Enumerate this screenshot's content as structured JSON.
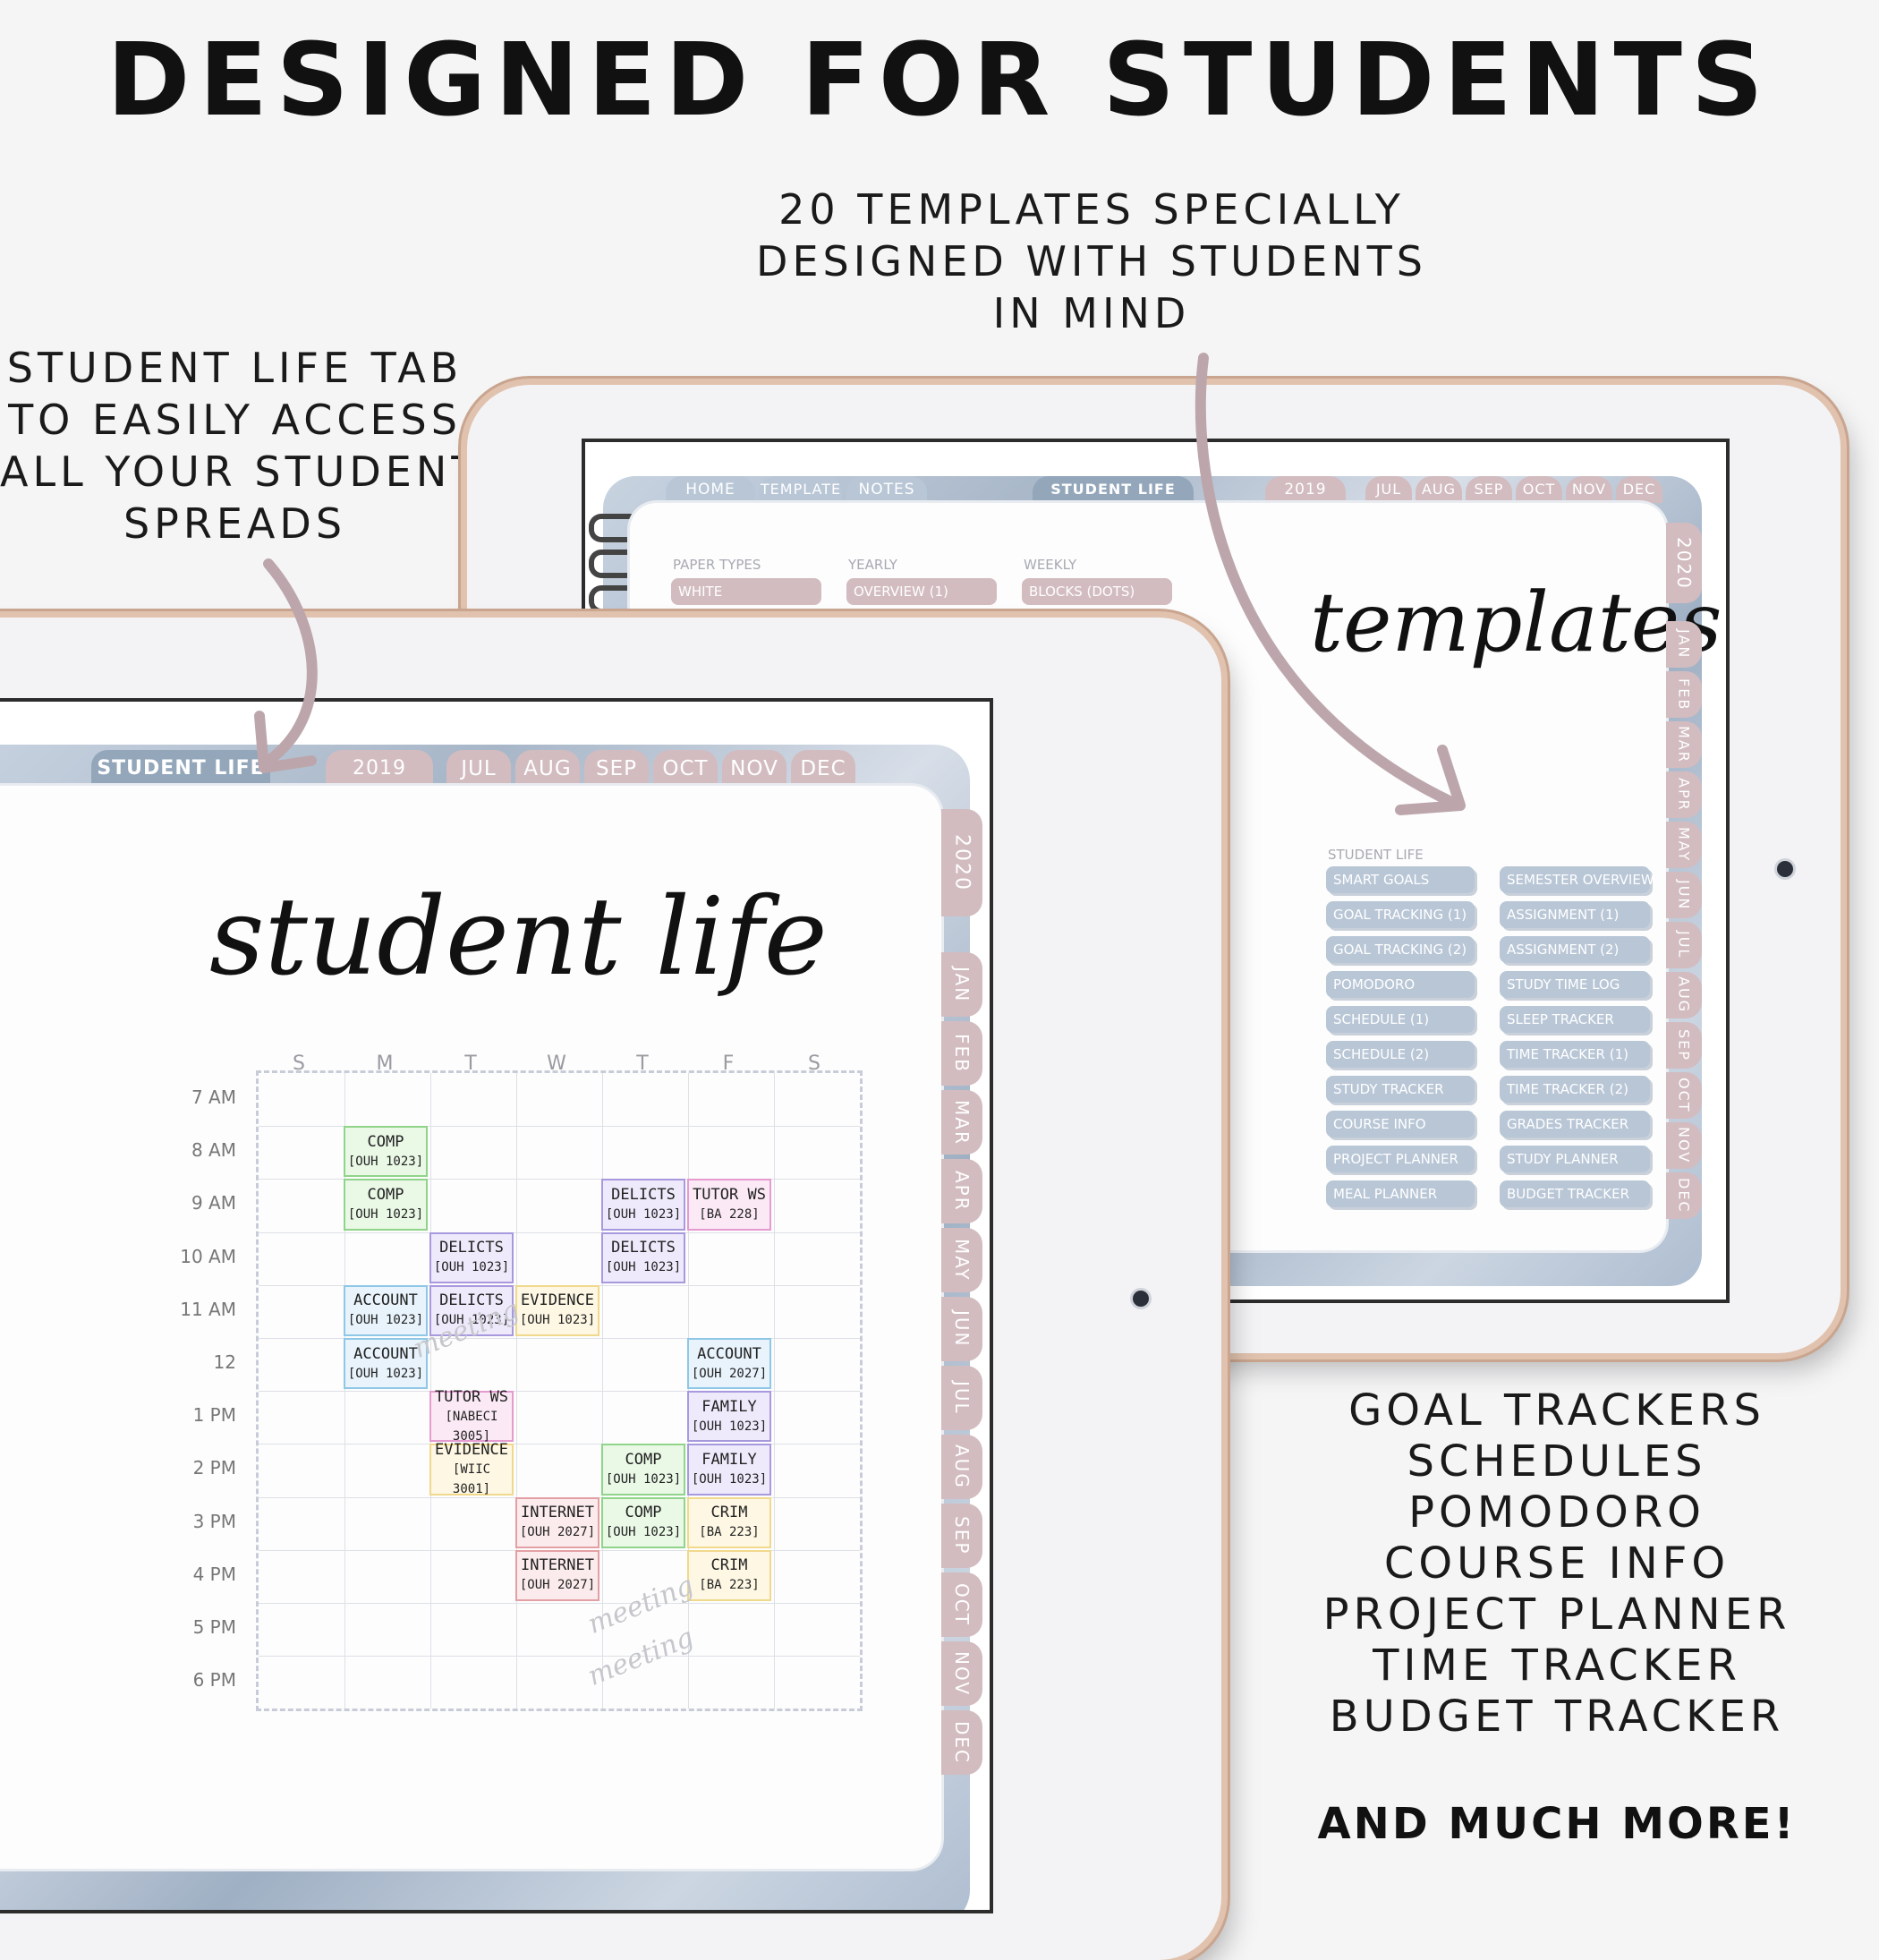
{
  "headline": "DESIGNED FOR STUDENTS",
  "caption_left": [
    "STUDENT LIFE TAB",
    "TO EASILY ACCESS",
    "ALL YOUR STUDENT",
    "SPREADS"
  ],
  "caption_top": [
    "20 TEMPLATES SPECIALLY",
    "DESIGNED WITH STUDENTS",
    "IN MIND"
  ],
  "features": [
    "GOAL TRACKERS",
    "SCHEDULES",
    "POMODORO",
    "COURSE INFO",
    "PROJECT PLANNER",
    "TIME TRACKER",
    "BUDGET TRACKER"
  ],
  "features_more": "AND MUCH MORE!",
  "colors": {
    "tab_pink": "#d2bcc0",
    "tab_blue": "#b8c6d6",
    "arrow": "#bca6ac",
    "frame_gold": "#e0c2ae"
  },
  "back_tablet": {
    "tabs": {
      "home": "HOME",
      "template": "TEMPLATE",
      "notes": "NOTES",
      "student_life": "STUDENT LIFE",
      "year": "2019",
      "months": [
        "JUL",
        "AUG",
        "SEP",
        "OCT",
        "NOV",
        "DEC"
      ]
    },
    "side_tabs": {
      "year": "2020",
      "months": [
        "JAN",
        "FEB",
        "MAR",
        "APR",
        "MAY",
        "JUN",
        "JUL",
        "AUG",
        "SEP",
        "OCT",
        "NOV",
        "DEC"
      ]
    },
    "title": "templates",
    "paper_types": {
      "label": "PAPER TYPES",
      "value": "WHITE"
    },
    "yearly": {
      "label": "YEARLY",
      "value": "OVERVIEW (1)"
    },
    "weekly": {
      "label": "WEEKLY",
      "value": "BLOCKS (DOTS)"
    },
    "student_life_label": "STUDENT LIFE",
    "list_left": [
      "SMART GOALS",
      "GOAL TRACKING (1)",
      "GOAL TRACKING (2)",
      "POMODORO",
      "SCHEDULE (1)",
      "SCHEDULE (2)",
      "STUDY TRACKER",
      "COURSE INFO",
      "PROJECT PLANNER",
      "MEAL PLANNER"
    ],
    "list_right": [
      "SEMESTER OVERVIEW",
      "ASSIGNMENT (1)",
      "ASSIGNMENT (2)",
      "STUDY TIME LOG",
      "SLEEP TRACKER",
      "TIME TRACKER (1)",
      "TIME TRACKER (2)",
      "GRADES TRACKER",
      "STUDY PLANNER",
      "BUDGET TRACKER"
    ]
  },
  "front_tablet": {
    "tabs": {
      "student_life": "STUDENT LIFE",
      "year": "2019",
      "months": [
        "JUL",
        "AUG",
        "SEP",
        "OCT",
        "NOV",
        "DEC"
      ]
    },
    "side_tabs": {
      "year": "2020",
      "months": [
        "JAN",
        "FEB",
        "MAR",
        "APR",
        "MAY",
        "JUN",
        "JUL",
        "AUG",
        "SEP",
        "OCT",
        "NOV",
        "DEC"
      ]
    },
    "title": "student life",
    "days": [
      "S",
      "M",
      "T",
      "W",
      "T",
      "F",
      "S"
    ],
    "times": [
      "7 AM",
      "8 AM",
      "9 AM",
      "10 AM",
      "11 AM",
      "12",
      "1 PM",
      "2 PM",
      "3 PM",
      "4 PM",
      "5 PM",
      "6 PM"
    ],
    "events": [
      {
        "day": 1,
        "slot": 1,
        "name": "COMP",
        "code": "[OUH 1023]",
        "color": "g"
      },
      {
        "day": 1,
        "slot": 2,
        "name": "COMP",
        "code": "[OUH 1023]",
        "color": "g"
      },
      {
        "day": 4,
        "slot": 2,
        "name": "DELICTS",
        "code": "[OUH 1023]",
        "color": "p"
      },
      {
        "day": 5,
        "slot": 2,
        "name": "TUTOR WS",
        "code": "[BA 228]",
        "color": "m"
      },
      {
        "day": 2,
        "slot": 3,
        "name": "DELICTS",
        "code": "[OUH 1023]",
        "color": "p"
      },
      {
        "day": 4,
        "slot": 3,
        "name": "DELICTS",
        "code": "[OUH 1023]",
        "color": "p"
      },
      {
        "day": 1,
        "slot": 4,
        "name": "ACCOUNT",
        "code": "[OUH 1023]",
        "color": "b"
      },
      {
        "day": 2,
        "slot": 4,
        "name": "DELICTS",
        "code": "[OUH 1023]",
        "color": "p"
      },
      {
        "day": 3,
        "slot": 4,
        "name": "EVIDENCE",
        "code": "[OUH 1023]",
        "color": "y"
      },
      {
        "day": 1,
        "slot": 5,
        "name": "ACCOUNT",
        "code": "[OUH 1023]",
        "color": "b"
      },
      {
        "day": 5,
        "slot": 5,
        "name": "ACCOUNT",
        "code": "[OUH 2027]",
        "color": "b"
      },
      {
        "day": 2,
        "slot": 6,
        "name": "TUTOR WS",
        "code": "[NABECI 3005]",
        "color": "m"
      },
      {
        "day": 5,
        "slot": 6,
        "name": "FAMILY",
        "code": "[OUH 1023]",
        "color": "p"
      },
      {
        "day": 2,
        "slot": 7,
        "name": "EVIDENCE",
        "code": "[WIIC 3001]",
        "color": "y"
      },
      {
        "day": 4,
        "slot": 7,
        "name": "COMP",
        "code": "[OUH 1023]",
        "color": "g"
      },
      {
        "day": 5,
        "slot": 7,
        "name": "FAMILY",
        "code": "[OUH 1023]",
        "color": "p"
      },
      {
        "day": 3,
        "slot": 8,
        "name": "INTERNET",
        "code": "[OUH 2027]",
        "color": "r"
      },
      {
        "day": 4,
        "slot": 8,
        "name": "COMP",
        "code": "[OUH 1023]",
        "color": "g"
      },
      {
        "day": 5,
        "slot": 8,
        "name": "CRIM",
        "code": "[BA 223]",
        "color": "y"
      },
      {
        "day": 3,
        "slot": 9,
        "name": "INTERNET",
        "code": "[OUH 2027]",
        "color": "r"
      },
      {
        "day": 5,
        "slot": 9,
        "name": "CRIM",
        "code": "[BA 223]",
        "color": "y"
      }
    ],
    "meeting_word": "meeting"
  }
}
